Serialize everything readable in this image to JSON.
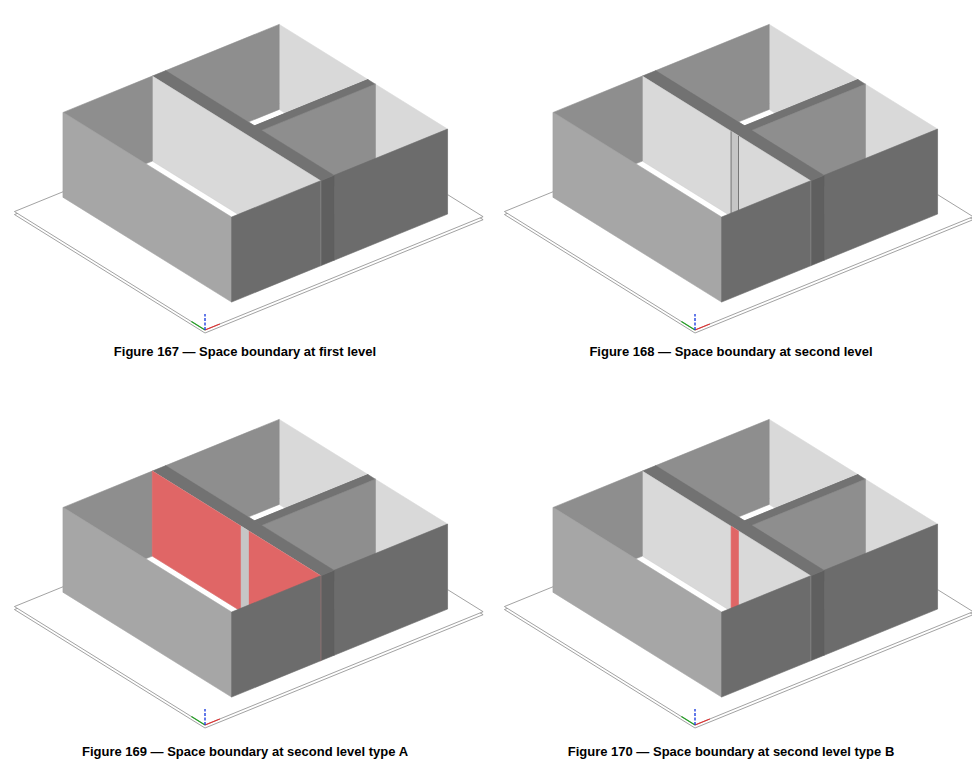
{
  "diagram": {
    "labels": [
      "Figure 167 — Space boundary at first level",
      "Figure 168 — Space boundary at second level",
      "Figure 169 — Space boundary at second level type A",
      "Figure 170 — Space boundary at second level type B"
    ]
  }
}
